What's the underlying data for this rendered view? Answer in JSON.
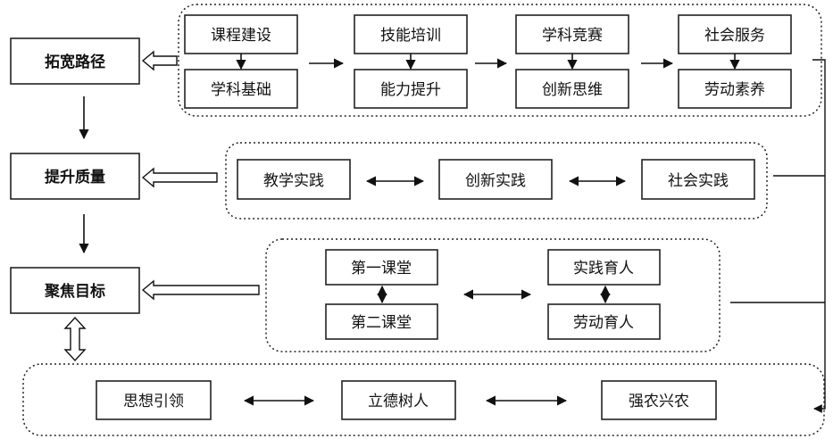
{
  "left_column": {
    "broaden_paths": "拓宽路径",
    "improve_quality": "提升质量",
    "focus_goal": "聚焦目标"
  },
  "row1": {
    "pairs": [
      {
        "top": "课程建设",
        "bottom": "学科基础"
      },
      {
        "top": "技能培训",
        "bottom": "能力提升"
      },
      {
        "top": "学科竞赛",
        "bottom": "创新思维"
      },
      {
        "top": "社会服务",
        "bottom": "劳动素养"
      }
    ]
  },
  "row2": {
    "items": [
      "教学实践",
      "创新实践",
      "社会实践"
    ]
  },
  "row3": {
    "left_top": "第一课堂",
    "left_bottom": "第二课堂",
    "right_top": "实践育人",
    "right_bottom": "劳动育人"
  },
  "row4": {
    "items": [
      "思想引领",
      "立德树人",
      "强农兴农"
    ]
  }
}
